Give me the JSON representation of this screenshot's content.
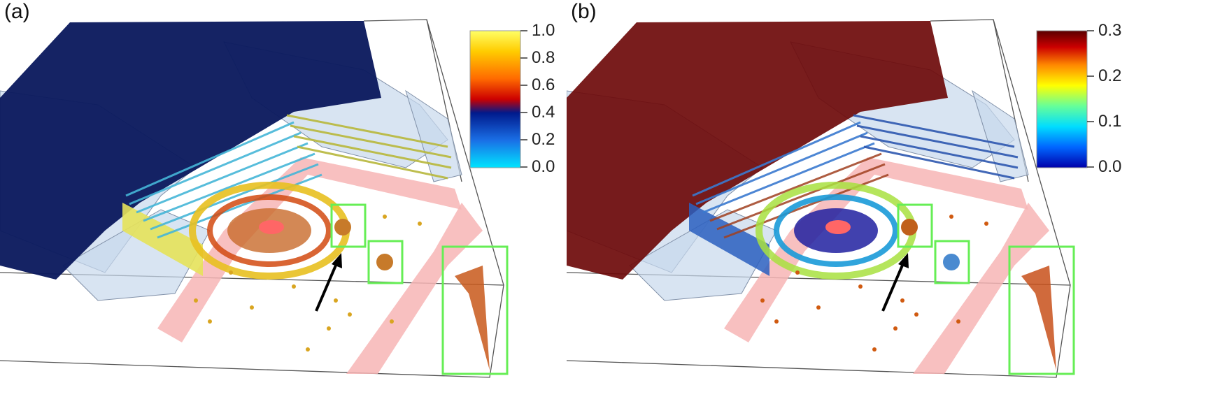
{
  "figure": {
    "panels": [
      {
        "label": "(a)",
        "colorbar": {
          "ticks": [
            "1.0",
            "0.8",
            "0.6",
            "0.4",
            "0.2",
            "0.0"
          ],
          "colors": [
            "#00e5ff",
            "#1a6fe6",
            "#001a8c",
            "#cc0000",
            "#ff6a00",
            "#ffcc00",
            "#ffff66"
          ],
          "min": 0.0,
          "max": 1.0
        },
        "wall_color": "#0b1a5e"
      },
      {
        "label": "(b)",
        "colorbar": {
          "ticks": [
            "0.3",
            "0.2",
            "0.1",
            "0.0"
          ],
          "colors": [
            "#0000aa",
            "#0066ff",
            "#00ddff",
            "#66ff99",
            "#ffff00",
            "#ff8800",
            "#cc0000",
            "#5a0000"
          ],
          "min": 0.0,
          "max": 0.3
        },
        "wall_color": "#6e0a0a"
      }
    ],
    "highlight_color": "#66ee55",
    "path_color": "#f7b5b5"
  }
}
